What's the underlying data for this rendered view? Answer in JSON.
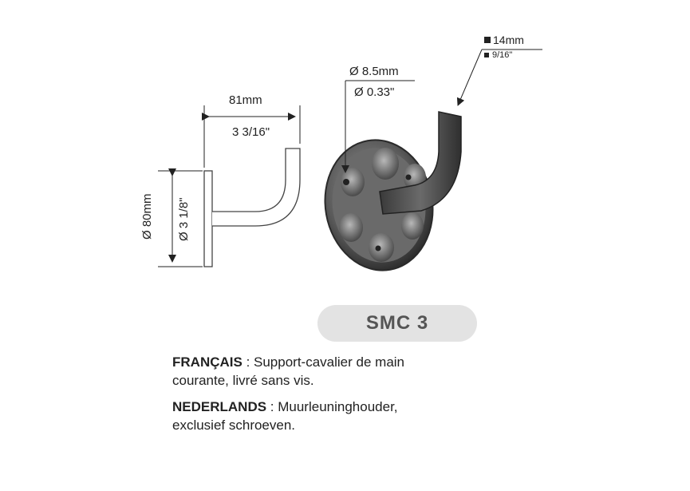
{
  "dimensions": {
    "length_mm": "81mm",
    "length_in": "3 3/16\"",
    "diameter_mm": "Ø 80mm",
    "diameter_in": "Ø 3 1/8\"",
    "hole_mm": "Ø 8.5mm",
    "hole_in": "Ø 0.33\"",
    "bar_mm": "14mm",
    "bar_in": "9/16\""
  },
  "product": {
    "code": "SMC 3"
  },
  "descriptions": [
    {
      "lang_label": "FRANÇAIS",
      "separator": " : ",
      "text_line1": "Support-cavalier de main",
      "text_line2": "courante, livré sans vis."
    },
    {
      "lang_label": "NEDERLANDS",
      "separator": " : ",
      "text_line1": "Muurleuninghouder,",
      "text_line2": "exclusief schroeven."
    }
  ],
  "colors": {
    "badge_bg": "#e3e3e3",
    "badge_text": "#555555",
    "metal": "#4a4a4a"
  }
}
